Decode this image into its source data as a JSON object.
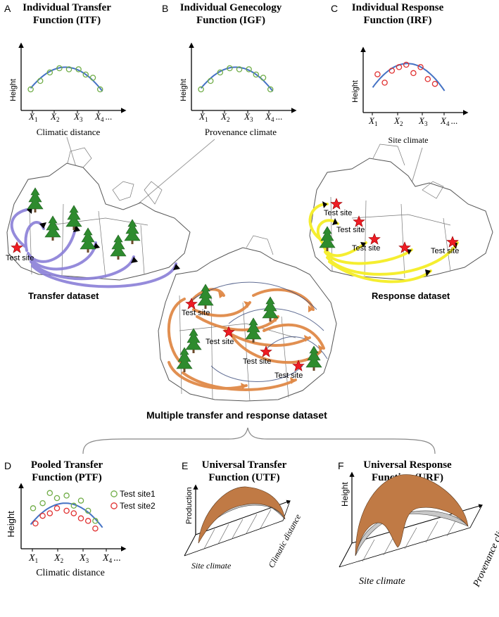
{
  "panels": {
    "A": {
      "letter": "A",
      "title_line1": "Individual Transfer",
      "title_line2": "Function (ITF)",
      "ylabel": "Height",
      "xlabel": "Climatic distance"
    },
    "B": {
      "letter": "B",
      "title_line1": "Individual Genecology",
      "title_line2": "Function (IGF)",
      "ylabel": "Height",
      "xlabel": "Provenance climate"
    },
    "C": {
      "letter": "C",
      "title_line1": "Individual Response",
      "title_line2": "Function (IRF)",
      "ylabel": "Height",
      "xlabel": "Site climate"
    },
    "D": {
      "letter": "D",
      "title_line1": "Pooled Transfer",
      "title_line2": "Function (PTF)",
      "ylabel": "Height",
      "xlabel": "Climatic distance",
      "legend": [
        "Test site1",
        "Test site2"
      ]
    },
    "E": {
      "letter": "E",
      "title_line1": "Universal Transfer",
      "title_line2": "Function (UTF)",
      "zlabel": "Production",
      "xlabel": "Site climate",
      "ylabel": "Climatic distance"
    },
    "F": {
      "letter": "F",
      "title_line1": "Universal Response",
      "title_line2": "Function (URF)",
      "zlabel": "Height",
      "xlabel": "Site climate",
      "ylabel": "Provenance climate"
    }
  },
  "x_ticks": [
    "X",
    "X",
    "X",
    "X"
  ],
  "x_subs": [
    "1",
    "2",
    "3",
    "4"
  ],
  "tick_ellipsis": "...",
  "test_site_label": "Test site",
  "captions": {
    "transfer": "Transfer dataset",
    "response": "Response dataset",
    "multiple": "Multiple transfer and response dataset"
  },
  "colors": {
    "curve": "#4472c4",
    "green_marker": "#70ad47",
    "red_marker": "#e03030",
    "blue_arrow": "#8a7fd8",
    "yellow_arrow": "#f5ee30",
    "orange_arrow": "#e08a48",
    "surface": "#c07a45",
    "surface_under": "#c8c8c8",
    "star": "#ee1c24",
    "tree": "#2e8b2e"
  },
  "chart_data": [
    {
      "type": "scatter",
      "panel": "A",
      "x": [
        1,
        1.4,
        1.8,
        2.2,
        2.6,
        3.0,
        3.3,
        3.6,
        3.9
      ],
      "y": [
        2.0,
        2.8,
        3.6,
        4.0,
        3.9,
        3.9,
        3.4,
        3.1,
        2.0
      ],
      "curve": "quadratic"
    },
    {
      "type": "scatter",
      "panel": "B",
      "x": [
        1,
        1.4,
        1.8,
        2.2,
        2.6,
        3.0,
        3.3,
        3.6,
        3.9
      ],
      "y": [
        2.0,
        2.8,
        3.6,
        4.0,
        3.9,
        3.9,
        3.4,
        3.1,
        2.0
      ],
      "curve": "quadratic"
    },
    {
      "type": "scatter",
      "panel": "C",
      "x": [
        1.2,
        1.5,
        1.8,
        2.1,
        2.4,
        2.7,
        3.0,
        3.3,
        3.6
      ],
      "y": [
        3.2,
        2.5,
        3.5,
        3.8,
        4.0,
        3.3,
        3.8,
        2.8,
        2.4
      ],
      "curve": "quadratic"
    },
    {
      "type": "scatter",
      "panel": "D",
      "series": [
        {
          "name": "Test site1",
          "x": [
            1.1,
            1.5,
            1.8,
            2.1,
            2.5,
            2.8,
            3.1,
            3.4,
            3.7
          ],
          "y": [
            3.2,
            3.6,
            4.4,
            4.0,
            4.2,
            3.4,
            3.8,
            3.0,
            2.2
          ]
        },
        {
          "name": "Test site2",
          "x": [
            1.2,
            1.5,
            1.8,
            2.1,
            2.5,
            2.8,
            3.1,
            3.4,
            3.7
          ],
          "y": [
            2.0,
            2.6,
            2.8,
            3.2,
            3.0,
            2.8,
            2.4,
            2.2,
            1.6
          ]
        }
      ],
      "curve": "quadratic"
    }
  ]
}
